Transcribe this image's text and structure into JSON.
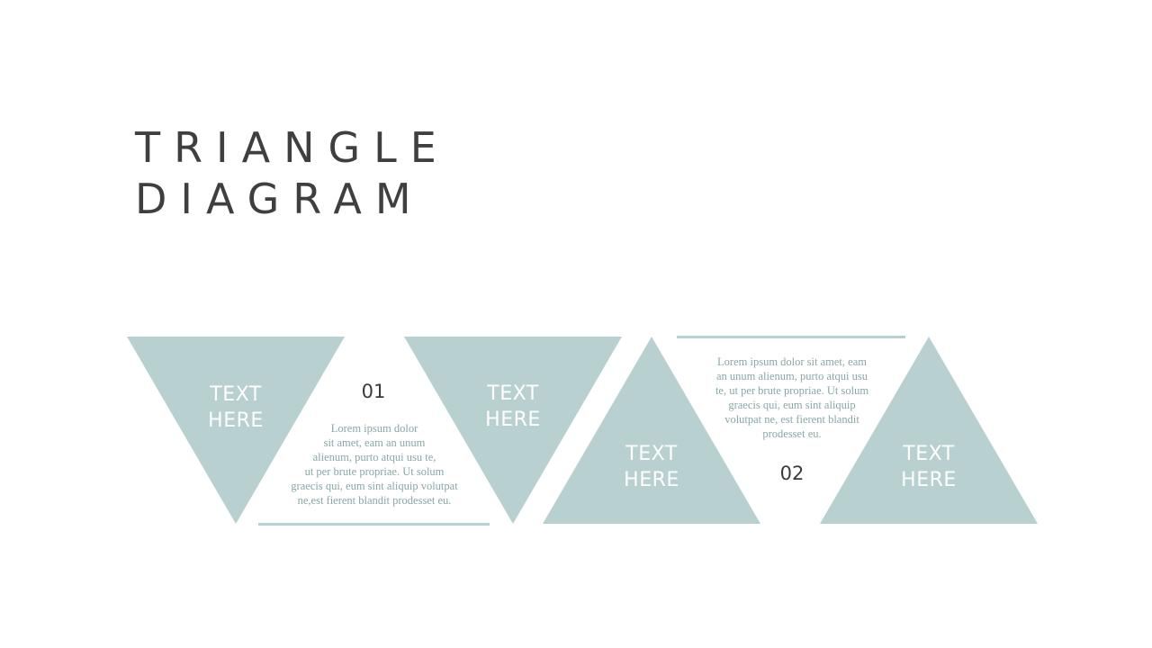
{
  "title": {
    "line1": "TRIANGLE",
    "line2": "DIAGRAM"
  },
  "colors": {
    "accent": "#b8d0cf",
    "title": "#3f3f3f",
    "body_text": "#8aa6a6",
    "label": "#ffffff"
  },
  "triangles": [
    {
      "orientation": "down",
      "label_line1": "TEXT",
      "label_line2": "HERE"
    },
    {
      "orientation": "down",
      "label_line1": "TEXT",
      "label_line2": "HERE"
    },
    {
      "orientation": "up",
      "label_line1": "TEXT",
      "label_line2": "HERE"
    },
    {
      "orientation": "up",
      "label_line1": "TEXT",
      "label_line2": "HERE"
    }
  ],
  "steps": [
    {
      "number": "01",
      "lines": [
        "Lorem ipsum dolor",
        "sit amet, eam an unum",
        "alienum,  purto atqui usu te,",
        "ut per brute propriae. Ut solum",
        "graecis qui, eum sint aliquip  volutpat",
        "ne,est  fierent blandit prodesset  eu."
      ]
    },
    {
      "number": "02",
      "lines": [
        "Lorem ipsum dolor sit amet, eam",
        "an unum alienum, purto atqui usu",
        "te, ut per brute propriae. Ut solum",
        "graecis qui, eum sint aliquip",
        "volutpat ne, est fierent blandit",
        "prodesset eu."
      ]
    }
  ]
}
